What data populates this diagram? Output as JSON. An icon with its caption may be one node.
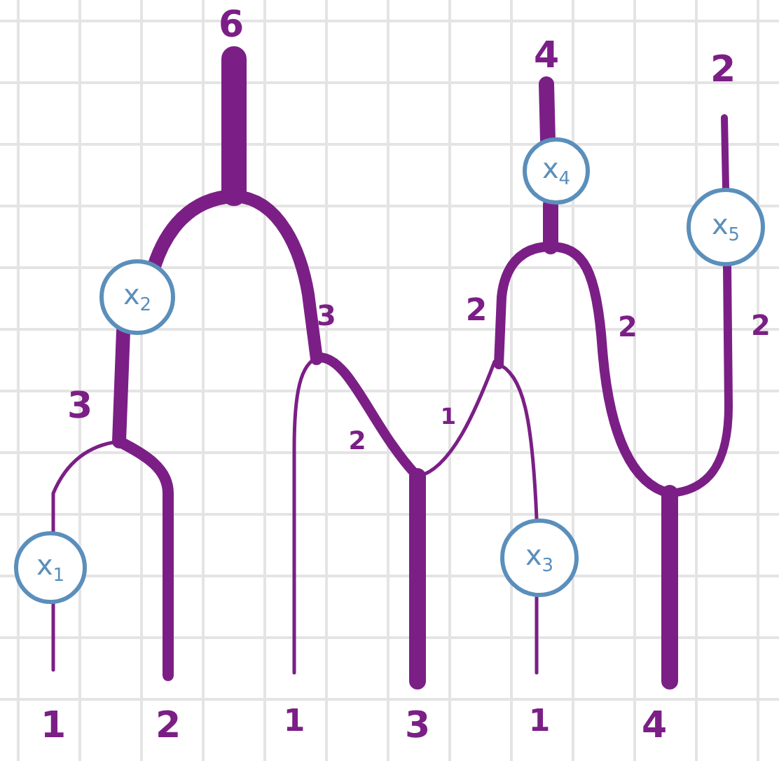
{
  "diagram": {
    "nodes": [
      {
        "text": [
          "x$_{2}$"
        ]
      },
      {
        "text": [
          "x$_{4}$"
        ]
      },
      {
        "text": [
          "x$_{5}$"
        ]
      },
      {
        "text": [
          "x$_{1}$"
        ]
      },
      {
        "text": [
          "x$_{3}$"
        ]
      }
    ],
    "labels": [
      "6",
      "4",
      "2",
      "3",
      "2",
      "2",
      "2",
      "3",
      "1",
      "2",
      "1",
      "2",
      "1",
      "3",
      "1",
      "4"
    ]
  }
}
